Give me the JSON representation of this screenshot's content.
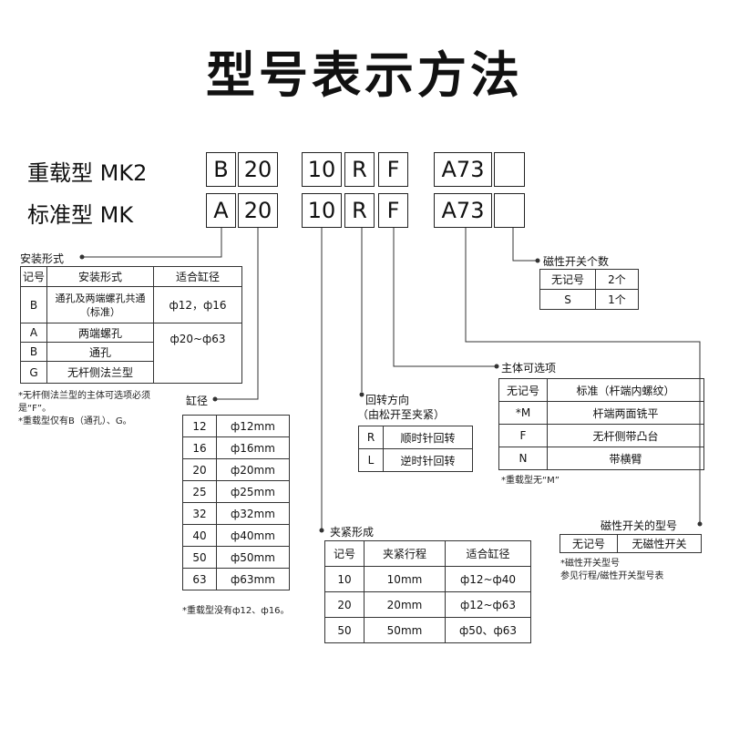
{
  "title": "型号表示方法",
  "models": [
    {
      "label": "重载型 MK2",
      "codes": [
        "B",
        "20",
        "10",
        "R",
        "F",
        "A73",
        ""
      ]
    },
    {
      "label": "标准型 MK",
      "codes": [
        "A",
        "20",
        "10",
        "R",
        "F",
        "A73",
        ""
      ]
    }
  ],
  "mount": {
    "heading": "安装形式",
    "columns": [
      "记号",
      "安装形式",
      "适合缸径"
    ],
    "rows": [
      {
        "code": "B",
        "name": "通孔及两端螺孔共通（标准）",
        "bore": "ф12，ф16"
      },
      {
        "code": "A",
        "name": "两端螺孔",
        "bore": "ф20~ф63"
      },
      {
        "code": "B",
        "name": "通孔",
        "bore": ""
      },
      {
        "code": "G",
        "name": "无杆侧法兰型",
        "bore": ""
      }
    ],
    "note": "*无杆侧法兰型的主体可选项必须是“F”。\n*重载型仅有B（通孔）、G。"
  },
  "bore": {
    "heading": "缸径",
    "rows": [
      [
        "12",
        "ф12mm"
      ],
      [
        "16",
        "ф16mm"
      ],
      [
        "20",
        "ф20mm"
      ],
      [
        "25",
        "ф25mm"
      ],
      [
        "32",
        "ф32mm"
      ],
      [
        "40",
        "ф40mm"
      ],
      [
        "50",
        "ф50mm"
      ],
      [
        "63",
        "ф63mm"
      ]
    ],
    "note": "*重载型没有ф12、ф16。"
  },
  "rotation": {
    "heading": "回转方向",
    "subheading": "（由松开至夹紧）",
    "rows": [
      [
        "R",
        "顺时针回转"
      ],
      [
        "L",
        "逆时针回转"
      ]
    ]
  },
  "clamp": {
    "heading": "夹紧形成",
    "columns": [
      "记号",
      "夹紧行程",
      "适合缸径"
    ],
    "rows": [
      [
        "10",
        "10mm",
        "ф12~ф40"
      ],
      [
        "20",
        "20mm",
        "ф12~ф63"
      ],
      [
        "50",
        "50mm",
        "ф50、ф63"
      ]
    ]
  },
  "body_option": {
    "heading": "主体可选项",
    "rows": [
      [
        "无记号",
        "标准（杆端内螺纹）"
      ],
      [
        "*M",
        "杆端两面铣平"
      ],
      [
        "F",
        "无杆侧带凸台"
      ],
      [
        "N",
        "带横臂"
      ]
    ],
    "note": "*重载型无“M”"
  },
  "switch_count": {
    "heading": "磁性开关个数",
    "rows": [
      [
        "无记号",
        "2个"
      ],
      [
        "S",
        "1个"
      ]
    ]
  },
  "switch_model": {
    "heading": "磁性开关的型号",
    "rows": [
      [
        "无记号",
        "无磁性开关"
      ]
    ],
    "note": "*磁性开关型号\n参见行程/磁性开关型号表"
  }
}
